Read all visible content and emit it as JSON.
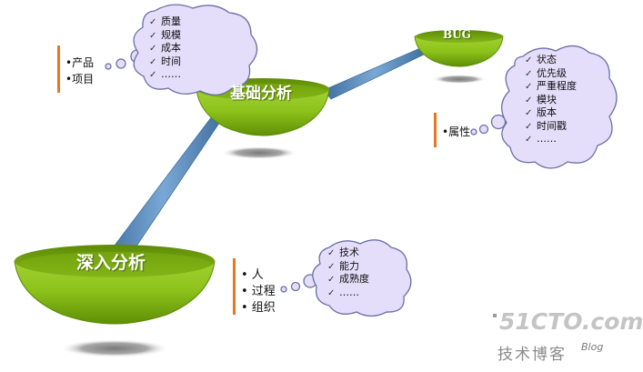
{
  "bowls": {
    "main": "深入分析",
    "basic": "基础分析",
    "bug": "BUG"
  },
  "left_labels": {
    "basic_items": [
      "•产品",
      "•项目"
    ],
    "bug_items": [
      "•属性"
    ],
    "main_items": [
      "• 人",
      "• 过程",
      "• 组织"
    ]
  },
  "clouds": {
    "basic": [
      "质量",
      "规模",
      "成本",
      "时间",
      "……"
    ],
    "bug": [
      "状态",
      "优先级",
      "严重程度",
      "模块",
      "版本",
      "时间戳",
      "……"
    ],
    "main": [
      "技术",
      "能力",
      "成熟度",
      "……"
    ]
  },
  "watermark": {
    "site": "51CTO.com",
    "blog_cn": "技术博客",
    "blog_en": "Blog"
  },
  "colors": {
    "bowl_green": "#8cc21a",
    "bowl_dark": "#4e7a00",
    "connector_blue": "#5b8fc7",
    "cloud_fill": "#e4defa",
    "cloud_stroke": "#6b6fa8",
    "accent_bar": "#e87722"
  }
}
